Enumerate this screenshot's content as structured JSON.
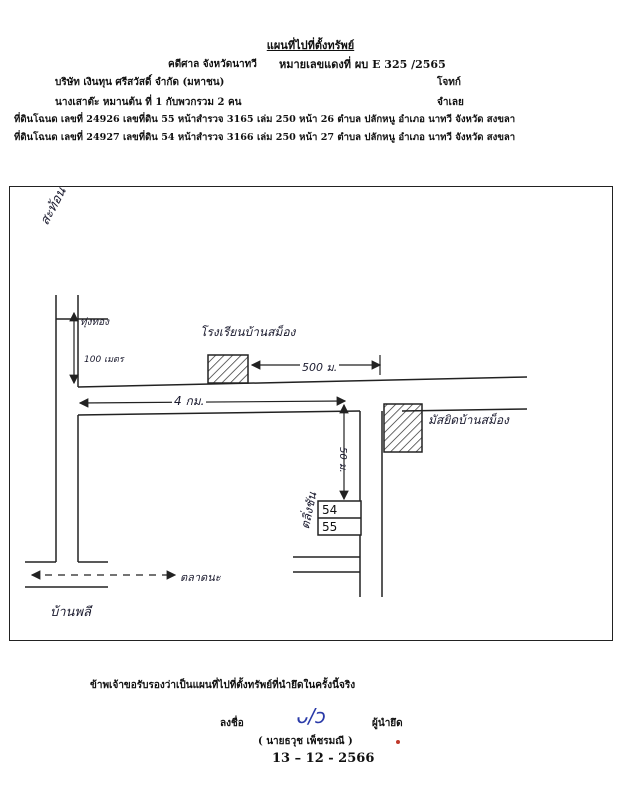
{
  "header": {
    "title": "แผนที่ไปที่ตั้งทรัพย์",
    "court": "คดีศาล จังหวัดนาทวี",
    "case_label": "หมายเลขแดงที่ ผบ E 325 /2565",
    "company": "บริษัท เงินทุน ศรีสวัสดิ์ จำกัด (มหาชน)",
    "plaintiff_role": "โจทก์",
    "defendant": "นางเสาต๊ะ หมานต้น ที่ 1 กับพวกรวม 2 คน",
    "defendant_role": "จำเลย",
    "deed_1": "ที่ดินโฉนด เลขที่ 24926 เลขที่ดิน 55 หน้าสำรวจ 3165 เล่ม 250 หน้า 26 ตำบล ปลักหนู อำเภอ นาทวี จังหวัด สงขลา",
    "deed_2": "ที่ดินโฉนด เลขที่ 24927 เลขที่ดิน 54 หน้าสำรวจ 3166 เล่ม 250 หน้า 27 ตำบล ปลักหนู อำเภอ นาทวี จังหวัด สงขลา"
  },
  "map": {
    "label_top_left": "สะท้อน",
    "label_junction": "ทุ่งทอง",
    "label_100m": "100 เมตร",
    "label_school": "โรงเรียนบ้านสม็อง",
    "label_500m": "500 ม.",
    "label_4km": "4 กม.",
    "label_mosque": "มัสยิดบ้านสม็อง",
    "label_50m": "50 ม.",
    "label_side_road": "ตลิ่งชัน",
    "plot_upper": "54",
    "plot_lower": "55",
    "label_east": "ตลาดนะ",
    "label_bottom_left": "บ้านพลี"
  },
  "footer": {
    "certify": "ข้าพเจ้าขอรับรองว่าเป็นแผนที่ไปที่ตั้งทรัพย์ที่นำยึดในครั้งนี้จริง",
    "sign_label": "ลงชื่อ",
    "signer_role": "ผู้นำยึด",
    "signer_name": "( นายธวุช เพ็ชรมณี )",
    "date": "13 – 12 - 2566"
  }
}
